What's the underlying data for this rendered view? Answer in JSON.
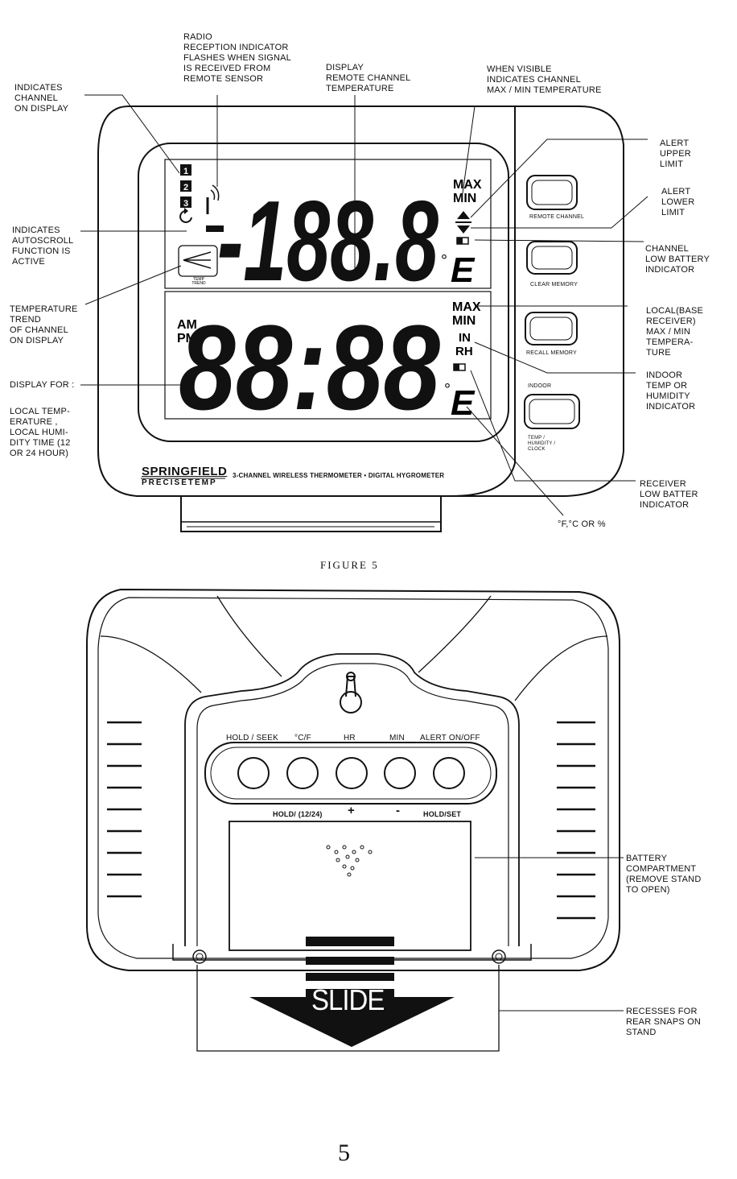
{
  "figure5": {
    "callouts": {
      "channel_display": "INDICATES\nCHANNEL\nON DISPLAY",
      "radio_reception": "RADIO\nRECEPTION INDICATOR\nFLASHES WHEN SIGNAL\nIS RECEIVED FROM\nREMOTE SENSOR",
      "remote_temp": "DISPLAY\nREMOTE CHANNEL\nTEMPERATURE",
      "max_min_channel": "WHEN VISIBLE\nINDICATES CHANNEL\nMAX / MIN TEMPERATURE",
      "alert_upper": "ALERT\nUPPER\nLIMIT",
      "alert_lower": "ALERT\nLOWER\nLIMIT",
      "channel_low_battery": "CHANNEL\nLOW BATTERY\nINDICATOR",
      "autoscroll": "INDICATES\nAUTOSCROLL\nFUNCTION IS\nACTIVE",
      "temp_trend": "TEMPERATURE\nTREND\nOF CHANNEL\nON DISPLAY",
      "local_maxmin": "LOCAL(BASE\nRECEIVER)\nMAX / MIN\nTEMPERA-\nTURE",
      "indoor_humidity": "INDOOR\nTEMP OR\nHUMIDITY\nINDICATOR",
      "display_for": "DISPLAY FOR :",
      "local_list": "LOCAL TEMP-\nERATURE ,\nLOCAL HUMI-\nDITY TIME (12\nOR 24 HOUR)",
      "receiver_low_battery": "RECEIVER\nLOW BATTER\nINDICATOR",
      "units": "°F,°C OR %"
    },
    "display": {
      "channels": [
        "1",
        "2",
        "3"
      ],
      "top_digits": "-188.8",
      "bottom_digits": "88:88",
      "max": "MAX",
      "min": "MIN",
      "am": "AM",
      "pm": "PM",
      "in": "IN",
      "rh": "RH",
      "trend_label": "TEMP\nTREND"
    },
    "buttons": {
      "remote_channel": "REMOTE CHANNEL",
      "clear_memory": "CLEAR MEMORY",
      "recall_memory": "RECALL MEMORY",
      "indoor": "INDOOR",
      "temp_humidity_clock": "TEMP /\nHUMIDITY /\nCLOCK"
    },
    "brand": {
      "springfield": "SPRINGFIELD",
      "precisetemp": "PRECISETEMP",
      "product": "3-CHANNEL WIRELESS THERMOMETER • DIGITAL HYGROMETER"
    },
    "caption": "FIGURE 5"
  },
  "figure_back": {
    "top_buttons": [
      "HOLD / SEEK",
      "°C/F",
      "HR",
      "MIN",
      "ALERT ON/OFF"
    ],
    "bottom_functions": [
      "HOLD/ (12/24)",
      "+",
      "-",
      "HOLD/SET"
    ],
    "slide": "SLIDE",
    "battery_callout": "BATTERY\nCOMPARTMENT\n(REMOVE STAND\nTO OPEN)",
    "recess_callout": "RECESSES FOR\nREAR SNAPS ON\nSTAND"
  },
  "page_number": "5"
}
